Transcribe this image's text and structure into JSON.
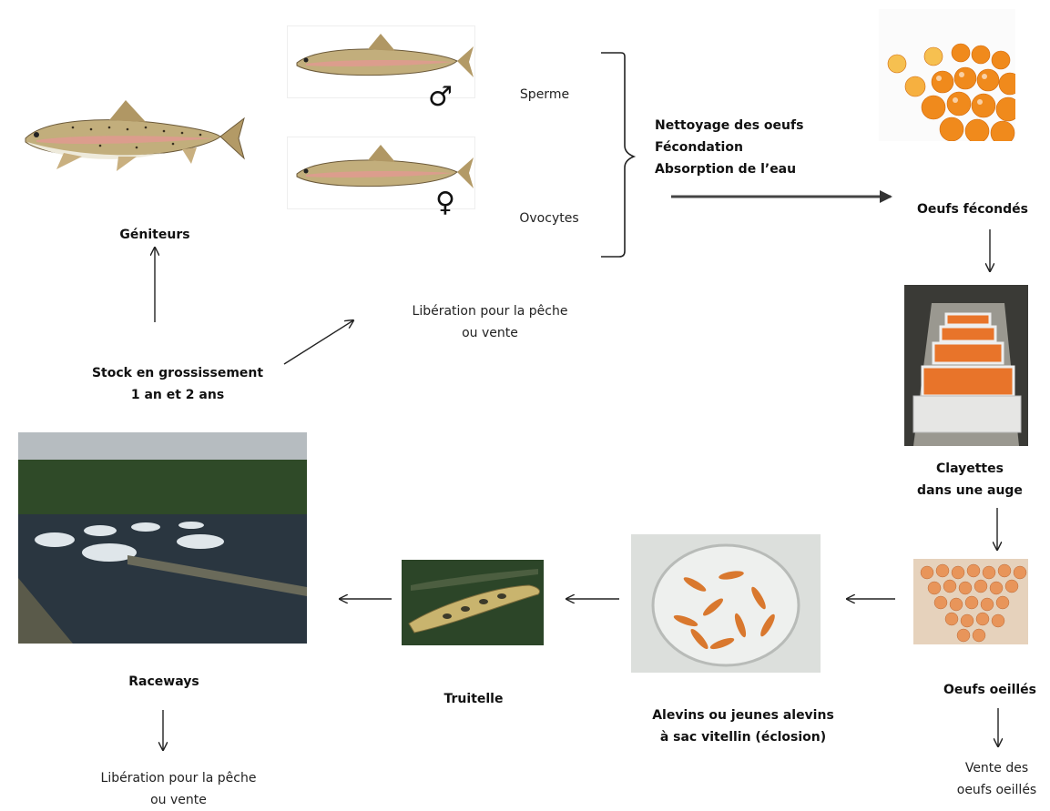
{
  "labels": {
    "geniteurs": "Géniteurs",
    "sperme": "Sperme",
    "ovocytes": "Ovocytes",
    "process_1": "Nettoyage des oeufs",
    "process_2": "Fécondation",
    "process_3": "Absorption de l’eau",
    "oeufs_fecondes": "Oeufs fécondés",
    "liberation_top_1": "Libération pour la pêche",
    "liberation_top_2": "ou vente",
    "stock_1": "Stock en grossissement",
    "stock_2": "1 an et 2 ans",
    "clayettes_1": "Clayettes",
    "clayettes_2": "dans une auge",
    "raceways": "Raceways",
    "truitelle": "Truitelle",
    "alevins_1": "Alevins ou jeunes alevins",
    "alevins_2": "à sac vitellin (éclosion)",
    "oeufs_oeilles": "Oeufs oeillés",
    "liberation_bottom_1": "Libération pour la pêche",
    "liberation_bottom_2": "ou vente",
    "vente_1": "Vente des",
    "vente_2": "oeufs oeillés"
  },
  "symbols": {
    "male": "♂",
    "female": "♀"
  },
  "colors": {
    "trout_body": "#b9a470",
    "trout_stripe": "#d98a84",
    "egg_orange": "#f08a1c",
    "water": "#2d3b46",
    "tray_orange": "#e8742a"
  }
}
